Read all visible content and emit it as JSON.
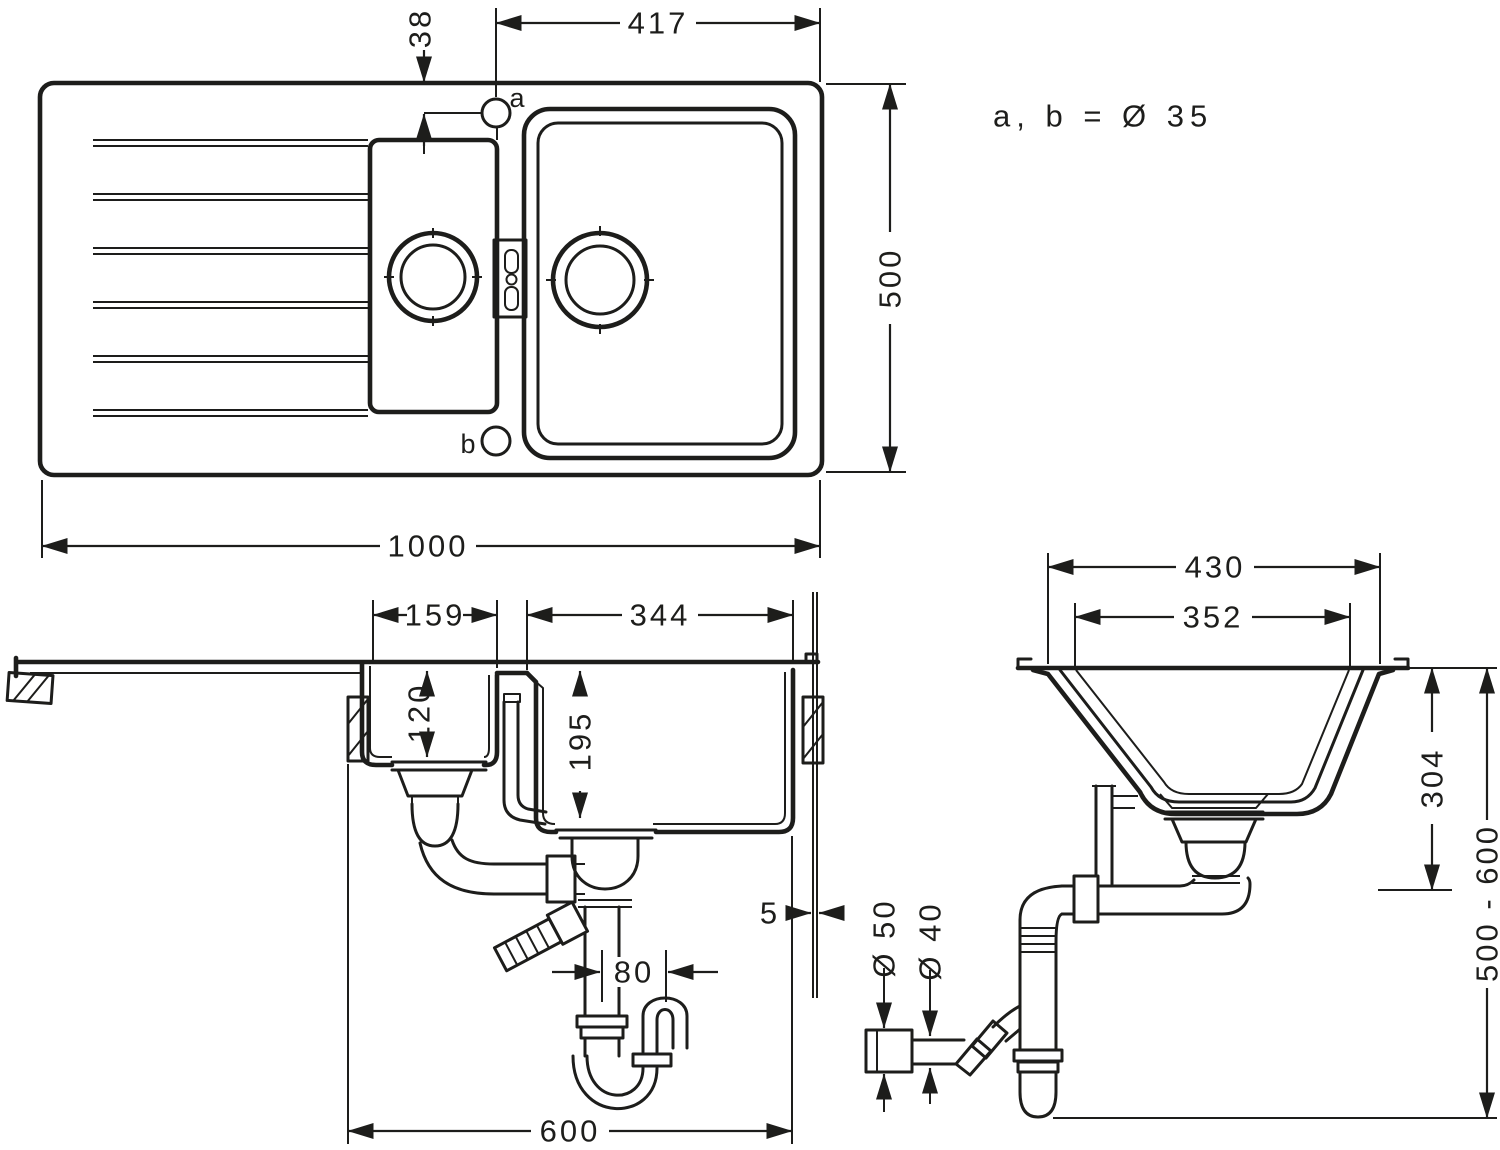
{
  "drawing": {
    "note_tap_holes": "a, b = Ø 35",
    "plan": {
      "overall_width": "1000",
      "overall_depth": "500",
      "main_bowl_offset": "417",
      "tap_hole_offset": "38",
      "tap_hole_a": "a",
      "tap_hole_b": "b"
    },
    "long_section": {
      "half_bowl_width": "159",
      "main_bowl_width": "344",
      "half_bowl_depth": "120",
      "main_bowl_depth": "195",
      "outlet_offset": "80",
      "rim_overhang": "5",
      "cabinet_width": "600"
    },
    "cross_section": {
      "bowl_outer_width": "430",
      "bowl_inner_width": "352",
      "mounting_depth": "304",
      "drain_height_range": "500 - 600",
      "waste_pipe_outer": "Ø 50",
      "waste_pipe_inner": "Ø 40"
    }
  }
}
